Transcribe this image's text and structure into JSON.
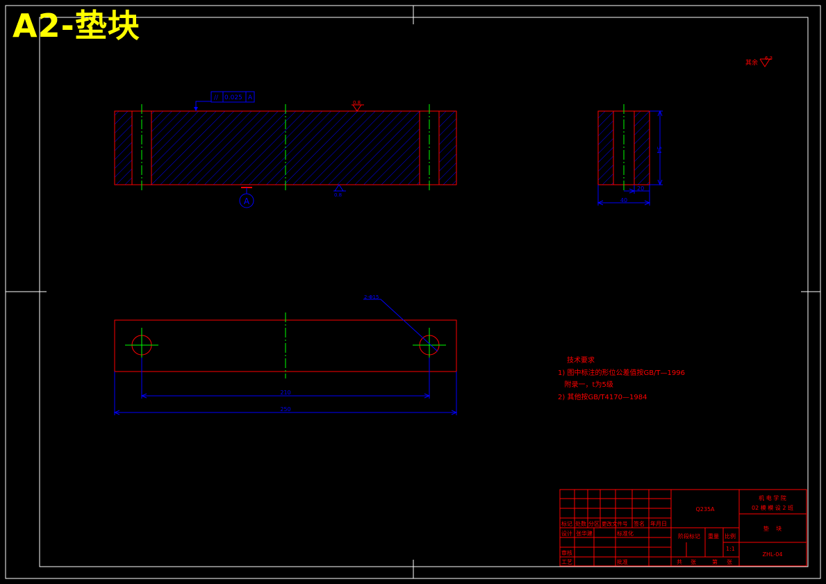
{
  "header": {
    "title": "A2-垫块"
  },
  "colors": {
    "border": "#ffffff",
    "outline": "#ff0000",
    "center": "#00ff00",
    "dim": "#0000ff",
    "hatch": "#0000ff",
    "note": "#ff0000",
    "title": "#ffff00",
    "table_text": "#ff0000"
  },
  "annotations": {
    "roughness_remainder": "其余",
    "roughness_value": "6.3",
    "roughness_top": "0.8",
    "roughness_bottom": "0.8",
    "tolerance_symbol": "//",
    "tolerance_value": "0.025",
    "datum_letter": "A",
    "hole_callout": "2-Φ15",
    "dim_hole_spacing": "210",
    "dim_length": "250",
    "dim_height": "54",
    "dim_width": "40",
    "dim_inner": "20"
  },
  "tech_notes": {
    "heading": "技术要求",
    "lines": [
      "1) 图中标注的形位公差值按GB/T—1996",
      "   附录一，t为5级",
      "2) 其他按GB/T4170—1984"
    ]
  },
  "title_block": {
    "material": "Q235A",
    "school": "机 电 学 院",
    "class": "02 模 模 设 2 班",
    "part_name": "垫    块",
    "drawing_no": "ZHL-04",
    "scale": "1:1",
    "header_labels": [
      "标记",
      "处数",
      "分区",
      "更改文件号",
      "签名",
      "年月日"
    ],
    "design_label": "设计",
    "designer": "张华建",
    "standardize_label": "标准化",
    "stage_label": "阶段标记",
    "weight_label": "重量",
    "scale_label": "比例",
    "review_label": "审核",
    "process_label": "工艺",
    "approve_label": "批准",
    "total_label": "共",
    "sheets_label": "张",
    "no_label": "第",
    "sheet_label": "张"
  }
}
